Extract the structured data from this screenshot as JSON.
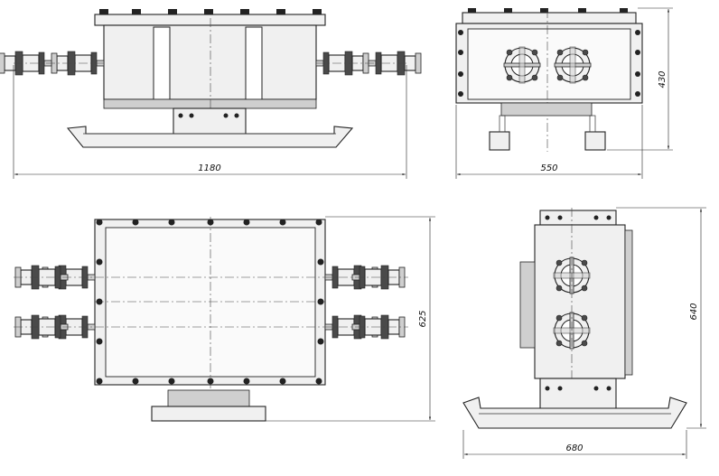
{
  "views": {
    "front": {
      "width_label": "1180"
    },
    "side": {
      "width_label": "550",
      "height_label": "430"
    },
    "top": {
      "height_label": "625"
    },
    "end": {
      "width_label": "680",
      "height_label": "640"
    }
  },
  "colors": {
    "line": "#222222",
    "face": "#f0f0f0",
    "dark": "#4a4a4a",
    "background": "#ffffff"
  }
}
